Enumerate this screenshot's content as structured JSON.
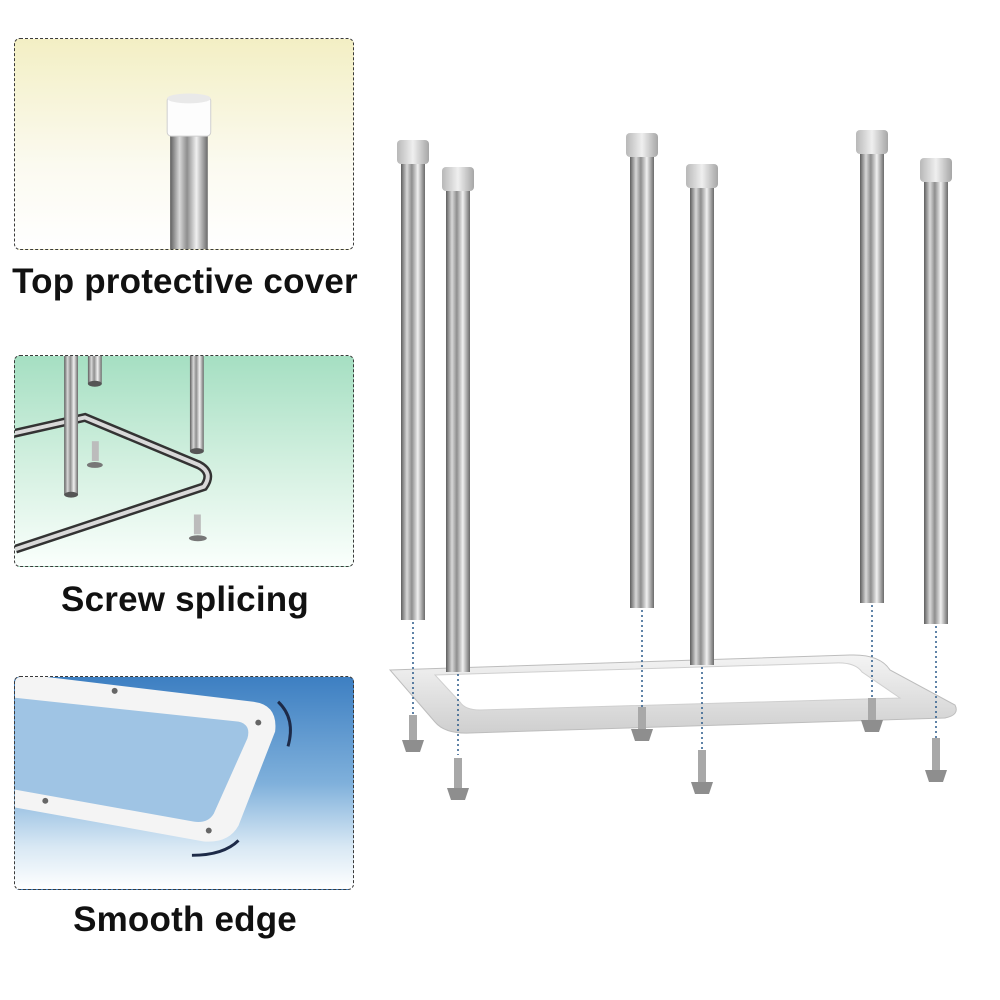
{
  "features": [
    {
      "caption": "Top protective cover",
      "icon": "protective-cap-closeup"
    },
    {
      "caption": "Screw splicing",
      "icon": "screw-assembly-closeup"
    },
    {
      "caption": "Smooth edge",
      "icon": "frame-edge-closeup"
    }
  ],
  "colors": {
    "steel": "#9a9a9a",
    "cap": "#e6e6e6",
    "outline": "#222222",
    "panel_top_bg": "#f3efc4",
    "panel_screw_bg": "#a5dfc2",
    "panel_smooth_bg": "#3d7fc2"
  }
}
